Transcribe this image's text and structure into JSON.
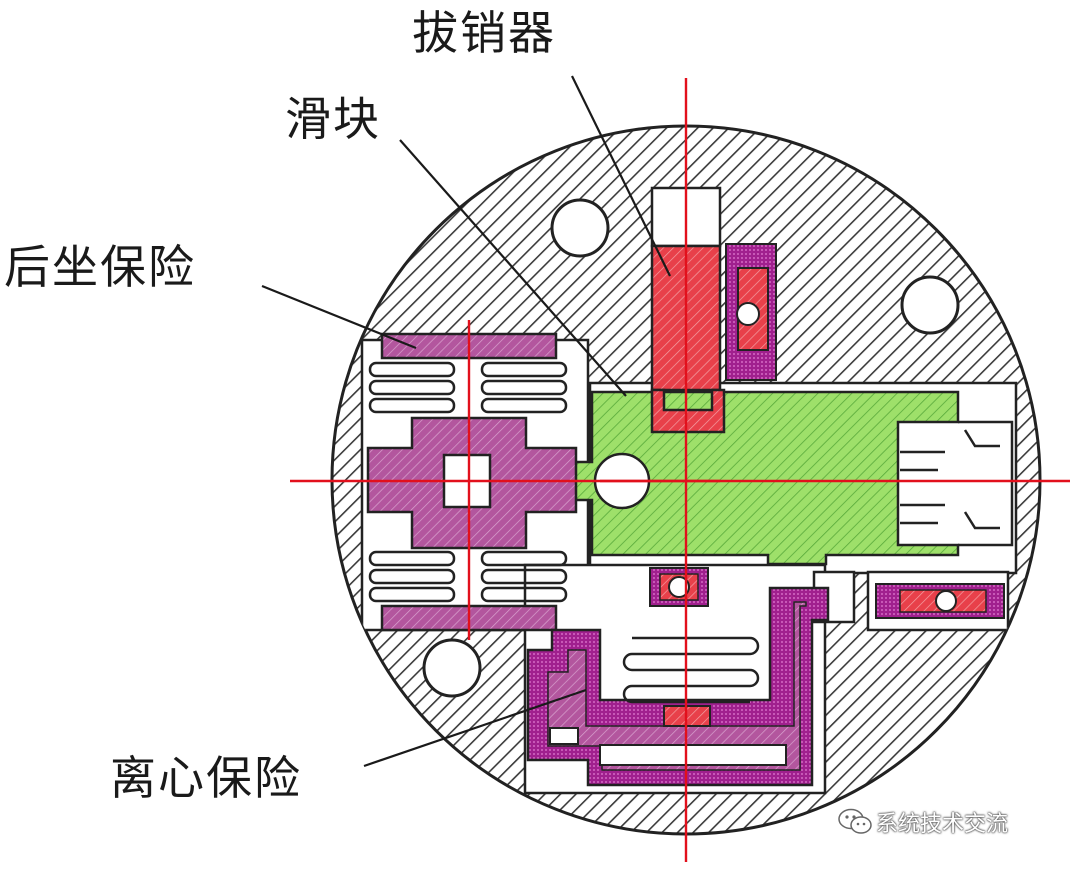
{
  "labels": {
    "pin_puller": "拔销器",
    "slider": "滑块",
    "setback_safety": "后坐保险",
    "centrifugal_safety": "离心保险"
  },
  "watermark": {
    "text": "系统技术交流",
    "icon": "wechat-icon"
  },
  "colors": {
    "hatch": "#3a3a3a",
    "slider_fill": "#9ee06a",
    "slider_hatch": "#58a93a",
    "red_part": "#e8404a",
    "purple_part": "#b3569e",
    "purple_dark": "#8b1f8c",
    "centerline": "#e2101c",
    "outline": "#222222"
  }
}
